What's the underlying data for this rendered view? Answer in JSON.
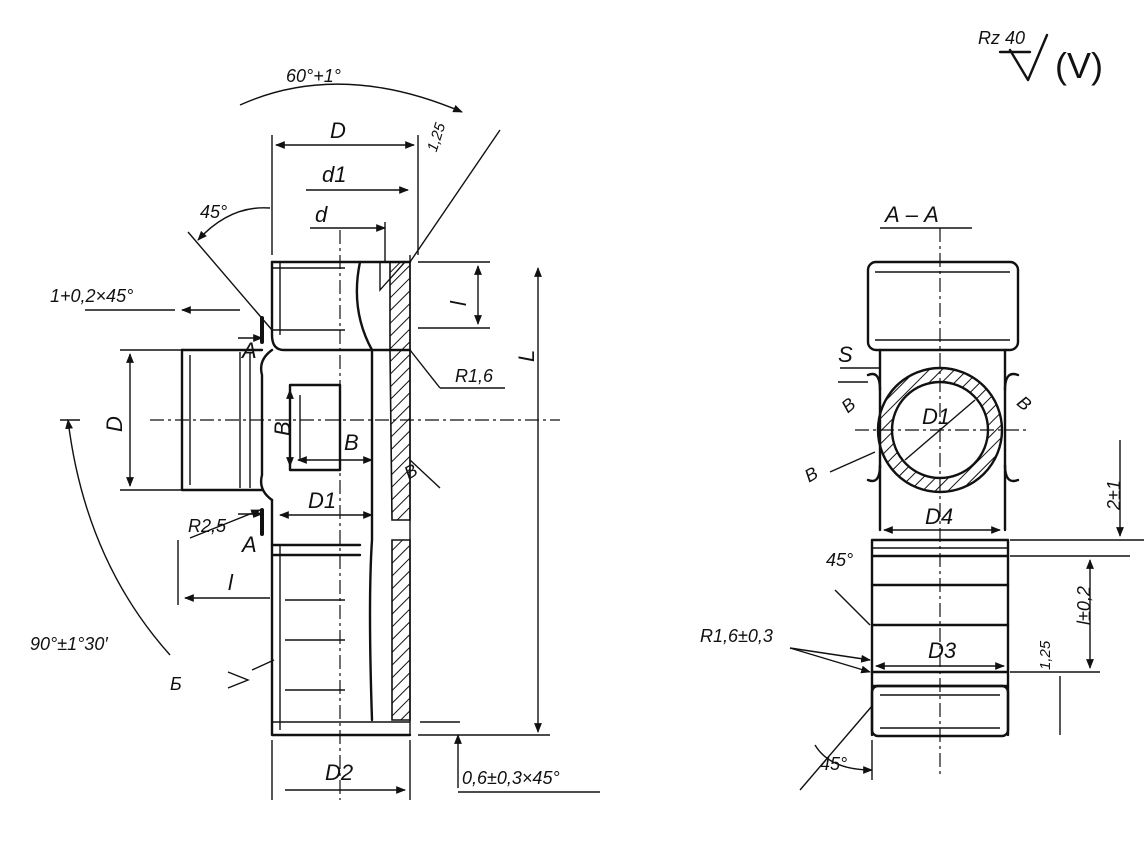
{
  "roughness": {
    "label": "Rz 40",
    "note": "(V)"
  },
  "front_view": {
    "angle_top": "60°+1°",
    "dim_D_top": "D",
    "chamfer_small": "1,25",
    "dim_d1": "d1",
    "dim_d": "d",
    "angle_45": "45°",
    "chamfer_left": "1+0,2×45°",
    "dim_l_top": "l",
    "dim_L": "L",
    "section_A_top": "A",
    "section_A_bottom": "A",
    "dim_D_side": "D",
    "dim_B_vertical": "B",
    "dim_B_horizontal": "B",
    "radius_R16": "R1,6",
    "weld_mark": "B",
    "dim_D1": "D1",
    "radius_R25": "R2,5",
    "dim_l_left": "l",
    "angle_90": "90°±1°30′",
    "view_b": "Б",
    "dim_D2": "D2",
    "chamfer_bottom": "0,6±0,3×45°"
  },
  "side_view": {
    "view_label": "А – А",
    "dim_S": "S",
    "dim_D1": "D1",
    "dim_D4": "D4",
    "angle_45_top": "45°",
    "dim_2pm1": "2±1",
    "dim_l_tol": "l±0,2",
    "radius_R": "R1,6±0,3",
    "dim_D3": "D3",
    "dim_125": "1,25",
    "angle_45_bottom": "45°",
    "weld_left": "B",
    "weld_right": "B",
    "weld_side": "B"
  }
}
